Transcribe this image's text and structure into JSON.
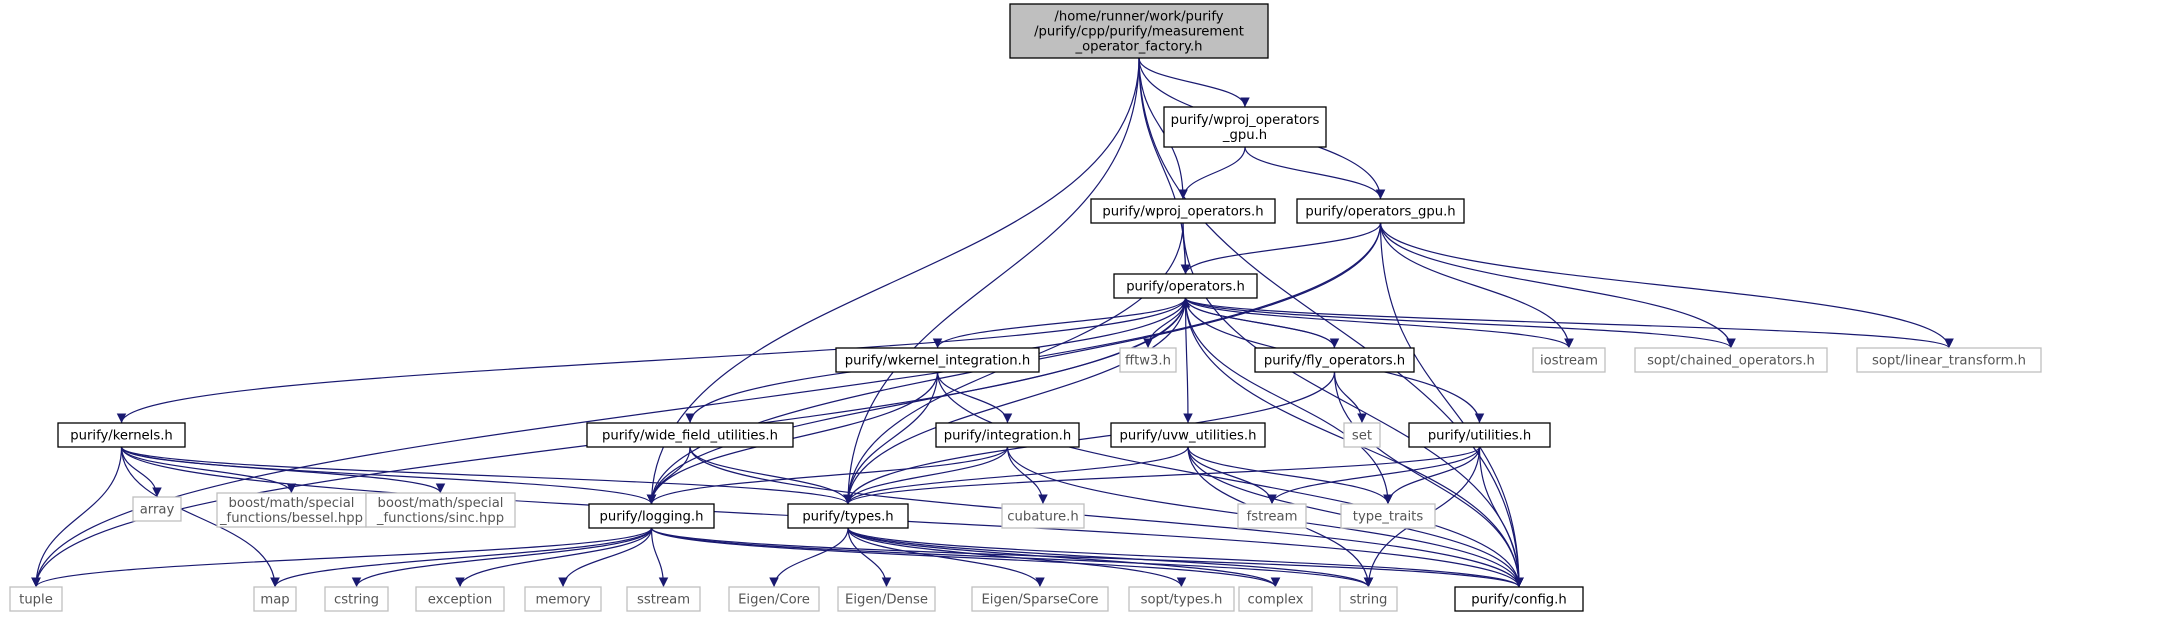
{
  "diagram": {
    "type": "include-dependency-graph",
    "colors": {
      "edge": "#191970",
      "root_fill": "#bfbfbf",
      "internal_border": "#000000",
      "external_border": "#bfbfbf"
    },
    "nodes": [
      {
        "id": "root",
        "lines": [
          "/home/runner/work/purify",
          "/purify/cpp/purify/measurement",
          "_operator_factory.h"
        ],
        "kind": "root"
      },
      {
        "id": "wproj_gpu",
        "lines": [
          "purify/wproj_operators",
          "_gpu.h"
        ],
        "kind": "internal"
      },
      {
        "id": "wproj_ops",
        "lines": [
          "purify/wproj_operators.h"
        ],
        "kind": "internal"
      },
      {
        "id": "ops_gpu",
        "lines": [
          "purify/operators_gpu.h"
        ],
        "kind": "internal"
      },
      {
        "id": "operators",
        "lines": [
          "purify/operators.h"
        ],
        "kind": "internal"
      },
      {
        "id": "wkernel",
        "lines": [
          "purify/wkernel_integration.h"
        ],
        "kind": "internal"
      },
      {
        "id": "fftw3",
        "lines": [
          "fftw3.h"
        ],
        "kind": "external"
      },
      {
        "id": "fly_ops",
        "lines": [
          "purify/fly_operators.h"
        ],
        "kind": "internal"
      },
      {
        "id": "iostream",
        "lines": [
          "iostream"
        ],
        "kind": "external"
      },
      {
        "id": "chained",
        "lines": [
          "sopt/chained_operators.h"
        ],
        "kind": "external"
      },
      {
        "id": "lintrans",
        "lines": [
          "sopt/linear_transform.h"
        ],
        "kind": "external"
      },
      {
        "id": "kernels",
        "lines": [
          "purify/kernels.h"
        ],
        "kind": "internal"
      },
      {
        "id": "wide_field",
        "lines": [
          "purify/wide_field_utilities.h"
        ],
        "kind": "internal"
      },
      {
        "id": "integration",
        "lines": [
          "purify/integration.h"
        ],
        "kind": "internal"
      },
      {
        "id": "uvw",
        "lines": [
          "purify/uvw_utilities.h"
        ],
        "kind": "internal"
      },
      {
        "id": "set",
        "lines": [
          "set"
        ],
        "kind": "external"
      },
      {
        "id": "utilities",
        "lines": [
          "purify/utilities.h"
        ],
        "kind": "internal"
      },
      {
        "id": "array",
        "lines": [
          "array"
        ],
        "kind": "external"
      },
      {
        "id": "bessel",
        "lines": [
          "boost/math/special",
          "_functions/bessel.hpp"
        ],
        "kind": "external"
      },
      {
        "id": "sinc",
        "lines": [
          "boost/math/special",
          "_functions/sinc.hpp"
        ],
        "kind": "external"
      },
      {
        "id": "logging",
        "lines": [
          "purify/logging.h"
        ],
        "kind": "internal"
      },
      {
        "id": "types",
        "lines": [
          "purify/types.h"
        ],
        "kind": "internal"
      },
      {
        "id": "cubature",
        "lines": [
          "cubature.h"
        ],
        "kind": "external"
      },
      {
        "id": "fstream",
        "lines": [
          "fstream"
        ],
        "kind": "external"
      },
      {
        "id": "type_traits",
        "lines": [
          "type_traits"
        ],
        "kind": "external"
      },
      {
        "id": "tuple",
        "lines": [
          "tuple"
        ],
        "kind": "external"
      },
      {
        "id": "map",
        "lines": [
          "map"
        ],
        "kind": "external"
      },
      {
        "id": "cstring",
        "lines": [
          "cstring"
        ],
        "kind": "external"
      },
      {
        "id": "exception",
        "lines": [
          "exception"
        ],
        "kind": "external"
      },
      {
        "id": "memory",
        "lines": [
          "memory"
        ],
        "kind": "external"
      },
      {
        "id": "sstream",
        "lines": [
          "sstream"
        ],
        "kind": "external"
      },
      {
        "id": "eigen_core",
        "lines": [
          "Eigen/Core"
        ],
        "kind": "external"
      },
      {
        "id": "eigen_dense",
        "lines": [
          "Eigen/Dense"
        ],
        "kind": "external"
      },
      {
        "id": "eigen_sparse",
        "lines": [
          "Eigen/SparseCore"
        ],
        "kind": "external"
      },
      {
        "id": "sopt_types",
        "lines": [
          "sopt/types.h"
        ],
        "kind": "external"
      },
      {
        "id": "complex",
        "lines": [
          "complex"
        ],
        "kind": "external"
      },
      {
        "id": "string",
        "lines": [
          "string"
        ],
        "kind": "external"
      },
      {
        "id": "config",
        "lines": [
          "purify/config.h"
        ],
        "kind": "internal"
      }
    ],
    "edges": [
      [
        "root",
        "wproj_gpu"
      ],
      [
        "root",
        "wproj_ops"
      ],
      [
        "root",
        "ops_gpu"
      ],
      [
        "root",
        "operators"
      ],
      [
        "root",
        "logging"
      ],
      [
        "root",
        "types"
      ],
      [
        "root",
        "config"
      ],
      [
        "wproj_gpu",
        "wproj_ops"
      ],
      [
        "wproj_gpu",
        "ops_gpu"
      ],
      [
        "wproj_ops",
        "operators"
      ],
      [
        "wproj_ops",
        "types"
      ],
      [
        "wproj_ops",
        "config"
      ],
      [
        "ops_gpu",
        "operators"
      ],
      [
        "ops_gpu",
        "iostream"
      ],
      [
        "ops_gpu",
        "chained"
      ],
      [
        "ops_gpu",
        "lintrans"
      ],
      [
        "ops_gpu",
        "config"
      ],
      [
        "ops_gpu",
        "logging"
      ],
      [
        "ops_gpu",
        "tuple"
      ],
      [
        "operators",
        "wkernel"
      ],
      [
        "operators",
        "fftw3"
      ],
      [
        "operators",
        "fly_ops"
      ],
      [
        "operators",
        "iostream"
      ],
      [
        "operators",
        "chained"
      ],
      [
        "operators",
        "lintrans"
      ],
      [
        "operators",
        "kernels"
      ],
      [
        "operators",
        "wide_field"
      ],
      [
        "operators",
        "uvw"
      ],
      [
        "operators",
        "utilities"
      ],
      [
        "operators",
        "logging"
      ],
      [
        "operators",
        "types"
      ],
      [
        "operators",
        "type_traits"
      ],
      [
        "operators",
        "config"
      ],
      [
        "operators",
        "tuple"
      ],
      [
        "fly_ops",
        "operators"
      ],
      [
        "fly_ops",
        "set"
      ],
      [
        "fly_ops",
        "types"
      ],
      [
        "fly_ops",
        "config"
      ],
      [
        "wkernel",
        "integration"
      ],
      [
        "wkernel",
        "logging"
      ],
      [
        "wkernel",
        "types"
      ],
      [
        "wkernel",
        "config"
      ],
      [
        "kernels",
        "array"
      ],
      [
        "kernels",
        "bessel"
      ],
      [
        "kernels",
        "sinc"
      ],
      [
        "kernels",
        "types"
      ],
      [
        "kernels",
        "logging"
      ],
      [
        "kernels",
        "tuple"
      ],
      [
        "kernels",
        "map"
      ],
      [
        "kernels",
        "config"
      ],
      [
        "wide_field",
        "logging"
      ],
      [
        "wide_field",
        "types"
      ],
      [
        "wide_field",
        "config"
      ],
      [
        "integration",
        "cubature"
      ],
      [
        "integration",
        "logging"
      ],
      [
        "integration",
        "types"
      ],
      [
        "integration",
        "config"
      ],
      [
        "uvw",
        "types"
      ],
      [
        "uvw",
        "fstream"
      ],
      [
        "uvw",
        "type_traits"
      ],
      [
        "uvw",
        "string"
      ],
      [
        "uvw",
        "config"
      ],
      [
        "utilities",
        "types"
      ],
      [
        "utilities",
        "fstream"
      ],
      [
        "utilities",
        "type_traits"
      ],
      [
        "utilities",
        "string"
      ],
      [
        "utilities",
        "config"
      ],
      [
        "logging",
        "tuple"
      ],
      [
        "logging",
        "map"
      ],
      [
        "logging",
        "cstring"
      ],
      [
        "logging",
        "exception"
      ],
      [
        "logging",
        "memory"
      ],
      [
        "logging",
        "sstream"
      ],
      [
        "logging",
        "string"
      ],
      [
        "logging",
        "config"
      ],
      [
        "logging",
        "complex"
      ],
      [
        "types",
        "eigen_core"
      ],
      [
        "types",
        "eigen_dense"
      ],
      [
        "types",
        "eigen_sparse"
      ],
      [
        "types",
        "sopt_types"
      ],
      [
        "types",
        "complex"
      ],
      [
        "types",
        "string"
      ],
      [
        "types",
        "config"
      ]
    ]
  }
}
